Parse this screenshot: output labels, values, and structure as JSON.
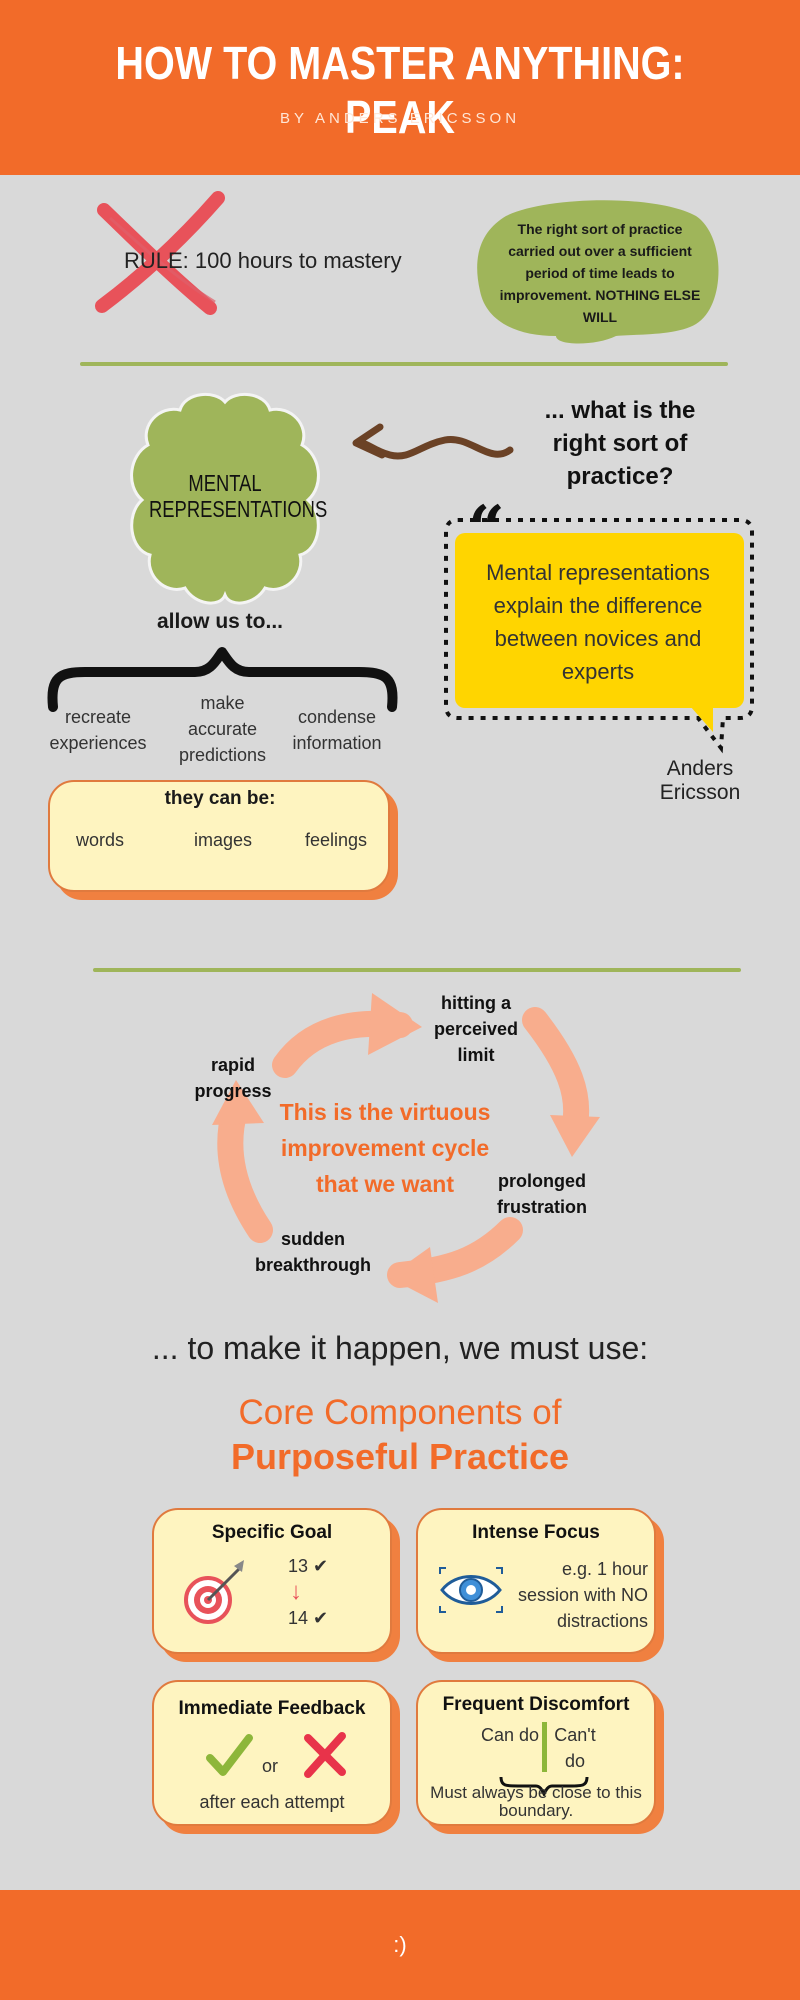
{
  "header": {
    "title": "HOW TO MASTER ANYTHING: PEAK",
    "byline": "BY ANDERS ERICSSON"
  },
  "intro": {
    "rule_text": "RULE: 100 hours to mastery",
    "quote": "The right sort of practice carried out over a sufficient period of time leads to improvement. NOTHING ELSE WILL"
  },
  "mental": {
    "brain_label": "MENTAL REPRESENTATIONS",
    "question": "... what is the right sort of practice?",
    "allow_title": "allow us to...",
    "allow_items": [
      "recreate experiences",
      "make accurate predictions",
      "condense information"
    ],
    "quote_mark": "“",
    "quote": "Mental representations explain the difference between novices and experts",
    "quote_author": "Anders Ericsson",
    "can_be_title": "they can be:",
    "can_be_items": [
      "words",
      "images",
      "feelings"
    ]
  },
  "cycle": {
    "labels": [
      "hitting a perceived limit",
      "prolonged frustration",
      "sudden breakthrough",
      "rapid progress"
    ],
    "center_text": "This is the virtuous improvement cycle that we want"
  },
  "practice": {
    "make_happen": "... to make it happen, we must use:",
    "core_line1": "Core Components of",
    "core_line2": "Purposeful Practice"
  },
  "components": {
    "specific_goal": {
      "title": "Specific Goal",
      "from": "13 ✔",
      "arrow": "↓",
      "to": "14 ✔"
    },
    "intense_focus": {
      "title": "Intense Focus",
      "text": "e.g. 1 hour session with NO distractions"
    },
    "immediate_feedback": {
      "title": "Immediate Feedback",
      "or": "or",
      "text": "after each attempt"
    },
    "frequent_discomfort": {
      "title": "Frequent Discomfort",
      "can": "Can do",
      "cant": "Can't do",
      "text": "Must always be close to this boundary."
    }
  },
  "footer": {
    "text": ":)"
  },
  "colors": {
    "orange": "#f26b29",
    "green": "#9fb55a",
    "yellow": "#ffd500",
    "card": "#fef4c0",
    "background": "#d9d9d9"
  }
}
